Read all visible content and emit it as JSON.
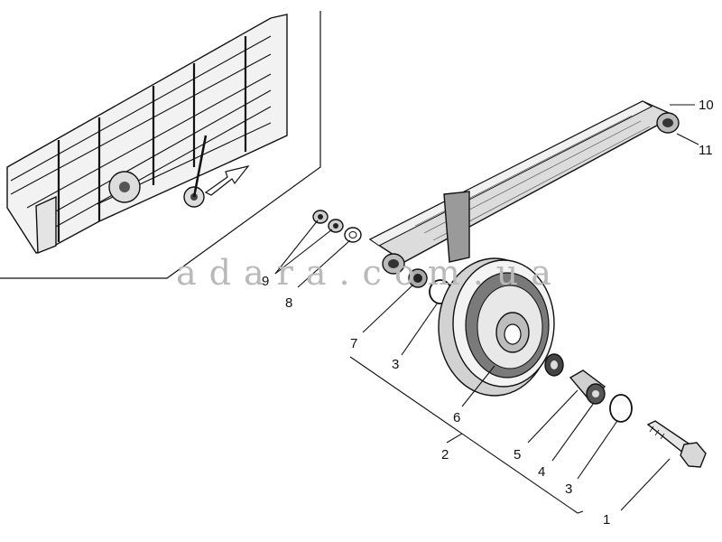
{
  "watermark": "adara.com.ua",
  "callouts": {
    "c1": "1",
    "c2": "2",
    "c3a": "3",
    "c3b": "3",
    "c4": "4",
    "c5": "5",
    "c6": "6",
    "c7": "7",
    "c8": "8",
    "c9": "9",
    "c10": "10",
    "c11": "11"
  },
  "colors": {
    "ink": "#111111",
    "shade": "#6e6e6e",
    "paper": "#ffffff",
    "watermark": "#b9b9b9"
  }
}
